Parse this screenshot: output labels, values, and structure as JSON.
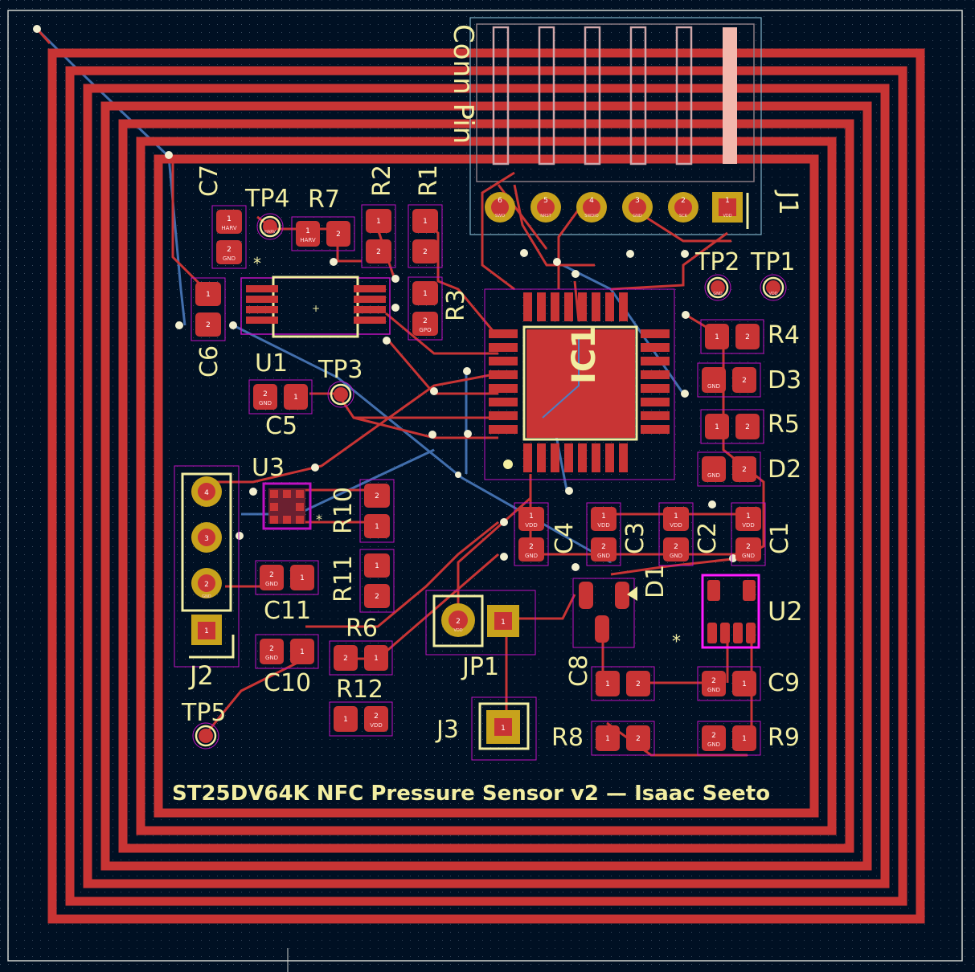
{
  "board": {
    "title": "ST25DV64K NFC Pressure Sensor v2 — Isaac Seeto",
    "colors": {
      "background": "#001023",
      "copper_front": "#c83434",
      "copper_back": "#4d7fc4",
      "silkscreen": "#f2eda1",
      "courtyard": "#c010c0",
      "pad_th": "#c8a21c",
      "edge_cuts": "#d0d2cd"
    },
    "connector_silk_text": "Conn Pin",
    "references": {
      "c7": "C7",
      "tp4": "TP4",
      "r7": "R7",
      "r2": "R2",
      "r1": "R1",
      "c6": "C6",
      "u1": "U1",
      "tp3": "TP3",
      "r3": "R3",
      "c5": "C5",
      "ic1": "IC1",
      "tp2": "TP2",
      "tp1": "TP1",
      "j1": "J1",
      "r4": "R4",
      "d3": "D3",
      "r5": "R5",
      "d2": "D2",
      "u3": "U3",
      "r10": "R10",
      "r11": "R11",
      "c4": "C4",
      "c3": "C3",
      "c2": "C2",
      "c1": "C1",
      "j2": "J2",
      "c11": "C11",
      "c10": "C10",
      "r6": "R6",
      "r12": "R12",
      "jp1": "JP1",
      "d1": "D1",
      "u2": "U2",
      "c8": "C8",
      "c9": "C9",
      "r8": "R8",
      "r9": "R9",
      "j3": "J3",
      "tp5": "TP5"
    },
    "pin_nets": {
      "j1": [
        "VDD",
        "SCK",
        "GND",
        "SWDIO",
        "NRST",
        "SWO"
      ],
      "j2": [
        "1",
        "2",
        "3",
        "4"
      ],
      "j2_net_labels": [
        "GND"
      ],
      "pin_numbers": [
        "1",
        "2",
        "3",
        "4",
        "5",
        "6"
      ],
      "net_vdd": "VDD",
      "net_gnd": "GND",
      "net_harv": "HARV",
      "net_gpo": "GPO"
    },
    "marks": {
      "asterisk": "*",
      "plus": "+"
    }
  }
}
